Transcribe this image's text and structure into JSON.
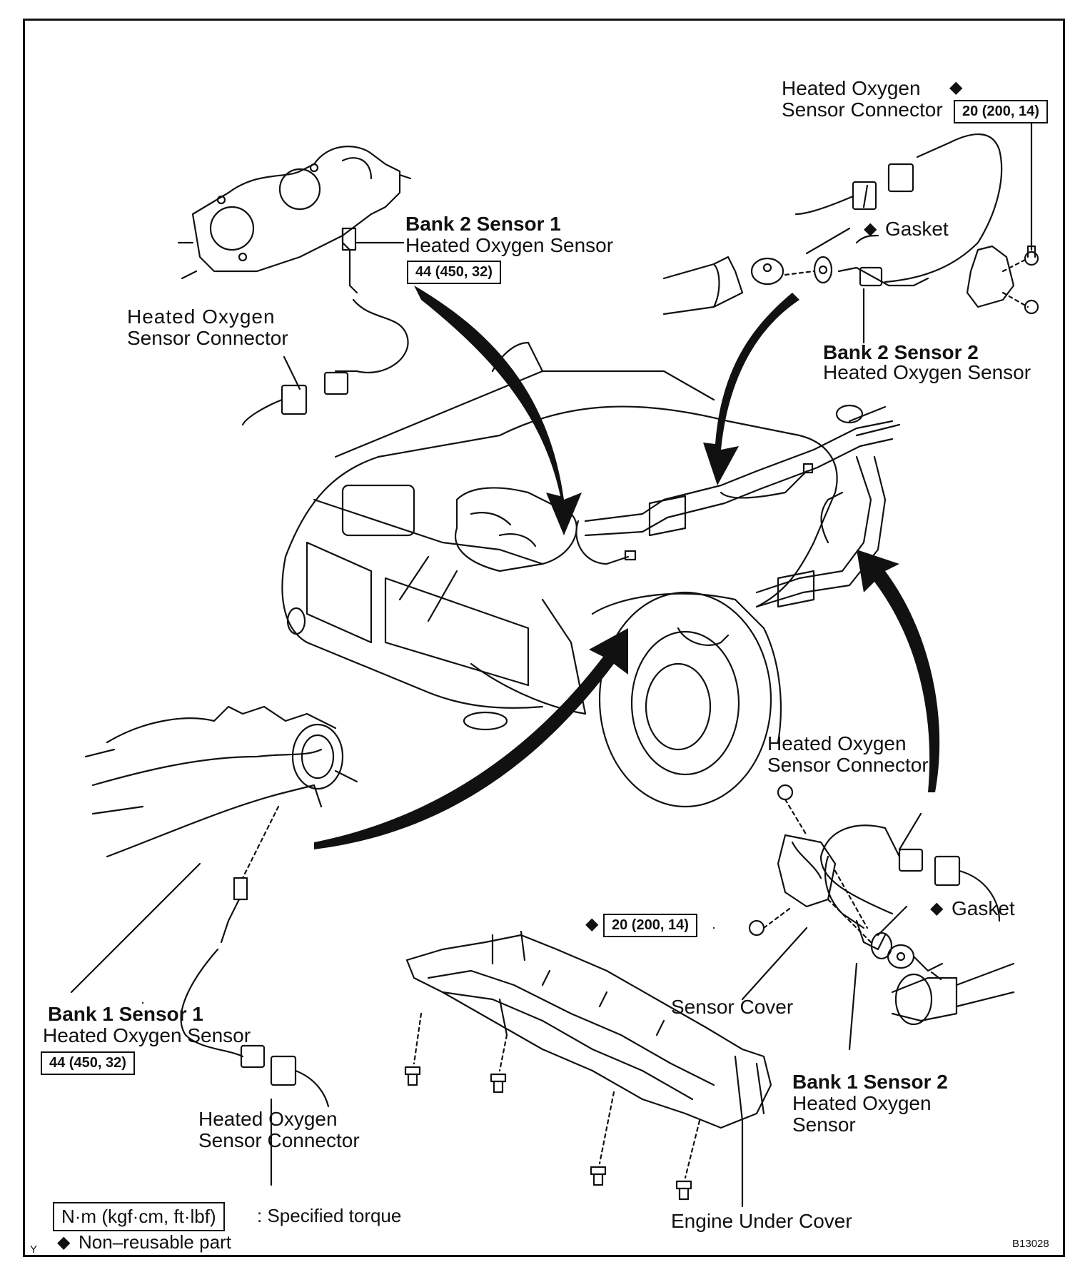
{
  "figure_id": "B13028",
  "corner_mark": "Y",
  "labels": {
    "b2s1_title": "Bank 2 Sensor 1",
    "b2s1_name": "Heated Oxygen Sensor",
    "b2s1_torque": "44 (450, 32)",
    "b2s1_conn_line1": "Heated   Oxygen",
    "b2s1_conn_line2": "Sensor Connector",
    "top_right_conn_line1": "Heated Oxygen",
    "top_right_conn_line2": "Sensor Connector",
    "top_right_torque": "20 (200, 14)",
    "top_gasket": "Gasket",
    "b2s2_title": "Bank 2 Sensor 2",
    "b2s2_name": "Heated Oxygen Sensor",
    "mid_right_conn_line1": "Heated Oxygen",
    "mid_right_conn_line2": "Sensor Connector",
    "bottom_gasket": "Gasket",
    "bottom_torque": "20 (200, 14)",
    "sensor_cover": "Sensor Cover",
    "b1s2_title": "Bank 1 Sensor 2",
    "b1s2_name_line1": "Heated Oxygen",
    "b1s2_name_line2": "Sensor",
    "b1s1_title": "Bank 1 Sensor 1",
    "b1s1_name": "Heated Oxygen Sensor",
    "b1s1_torque": "44 (450, 32)",
    "bottom_conn_line1": "Heated Oxygen",
    "bottom_conn_line2": "Sensor Connector",
    "engine_under_cover": "Engine Under Cover"
  },
  "legend": {
    "torque_unit": "N·m (kgf·cm, ft·lbf)",
    "torque_desc": ": Specified torque",
    "nonreusable_desc": "Non–reusable part"
  }
}
